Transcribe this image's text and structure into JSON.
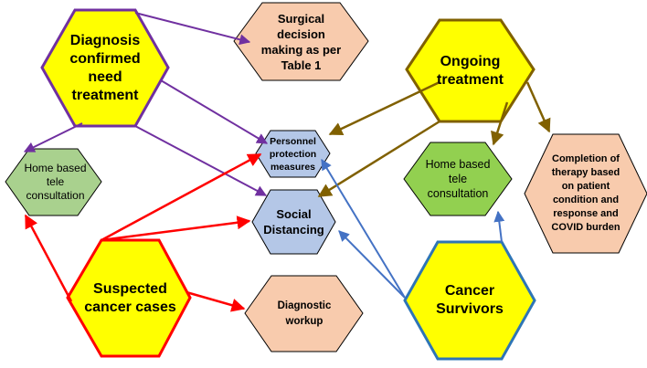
{
  "nodes": {
    "diagnosis": "Diagnosis\nconfirmed\nneed\ntreatment",
    "surgical": "Surgical\ndecision\nmaking as per\nTable 1",
    "ongoing": "Ongoing\ntreatment",
    "home_left": "Home based\ntele\nconsultation",
    "personnel": "Personnel\nprotection\nmeasures",
    "social": "Social\nDistancing",
    "home_right": "Home based\ntele\nconsultation",
    "completion": "Completion of\ntherapy based\non patient\ncondition and\nresponse and\nCOVID burden",
    "suspected": "Suspected\ncancer cases",
    "diagnostic": "Diagnostic\nworkup",
    "survivors": "Cancer\nSurvivors"
  },
  "colors": {
    "yellow": "#ffff00",
    "purple_border": "#7030a0",
    "brown_border": "#806000",
    "red_border": "#ff0000",
    "blue_border": "#2e75b6",
    "peach": "#f8cbad",
    "light_green": "#a9d18e",
    "bright_green": "#92d050",
    "light_blue": "#b4c7e7",
    "purple_arrow": "#7030a0",
    "brown_arrow": "#806000",
    "red_arrow": "#ff0000",
    "blue_arrow": "#4472c4"
  }
}
